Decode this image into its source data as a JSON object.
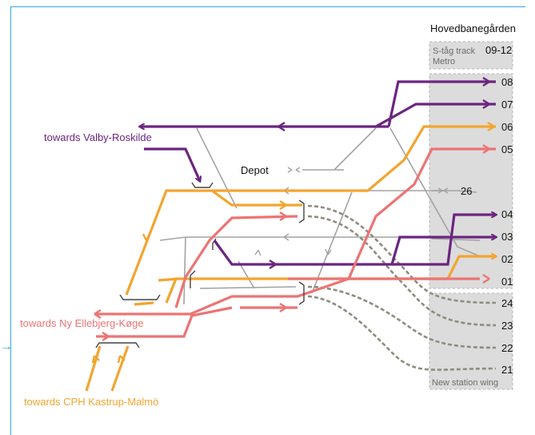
{
  "station": {
    "title": "Hovedbanegården",
    "stog_label": "S-tåg track",
    "stog_tracks": "09-12",
    "metro_label": "Metro",
    "new_wing_label": "New station wing"
  },
  "destinations": {
    "valby": "towards Valby-Roskilde",
    "ny_ellebjerg": "towards Ny Ellebjerg-Køge",
    "kastrup": "towards CPH Kastrup-Malmö"
  },
  "depot_label": "Depot",
  "tracks": [
    "08",
    "07",
    "06",
    "05",
    "26",
    "04",
    "03",
    "02",
    "01",
    "24",
    "23",
    "22",
    "21"
  ],
  "colors": {
    "purple": "#6b2580",
    "orange": "#f2a530",
    "salmon": "#ec7474",
    "grey": "#a3a3a3",
    "dashed": "#8f8c7e",
    "panel": "#dcdcdc",
    "frame": "#35a7e0"
  }
}
